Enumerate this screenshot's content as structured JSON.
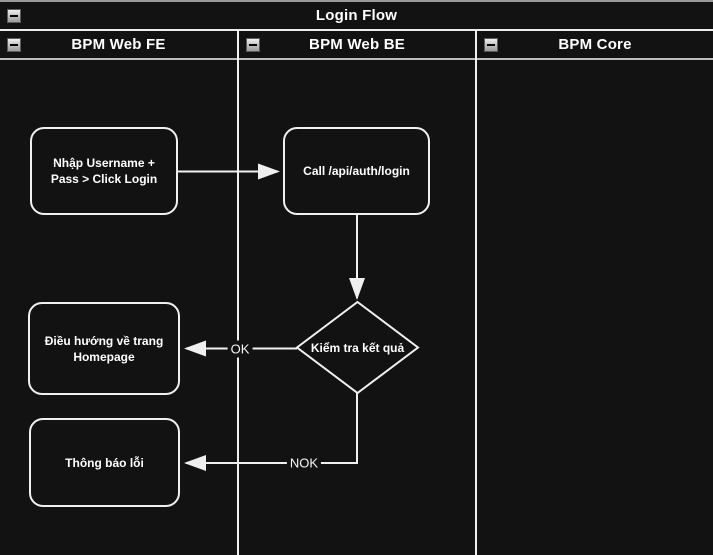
{
  "diagram": {
    "pool": {
      "title": "Login Flow"
    },
    "lanes": [
      {
        "label": "BPM Web FE"
      },
      {
        "label": "BPM Web BE"
      },
      {
        "label": "BPM Core"
      }
    ],
    "nodes": {
      "input_login": {
        "label": "Nhập Username + Pass > Click Login",
        "shape": "rounded-rect",
        "lane": "BPM Web FE"
      },
      "call_api": {
        "label": "Call /api/auth/login",
        "shape": "rounded-rect",
        "lane": "BPM Web BE"
      },
      "check_result": {
        "label": "Kiểm tra kết quả",
        "shape": "decision-diamond",
        "lane": "BPM Web BE"
      },
      "redirect_home": {
        "label": "Điều hướng về trang Homepage",
        "shape": "rounded-rect",
        "lane": "BPM Web FE"
      },
      "error_notify": {
        "label": "Thông báo lỗi",
        "shape": "rounded-rect",
        "lane": "BPM Web FE"
      }
    },
    "edge_labels": {
      "ok": "OK",
      "nok": "NOK"
    },
    "icons": {
      "collapse": "minus-in-square"
    },
    "colors": {
      "background": "#121212",
      "stroke": "#f0f0f0",
      "text": "#ffffff",
      "divider": "#f0f0f0",
      "frame_gray": "#9a9a9a"
    }
  }
}
